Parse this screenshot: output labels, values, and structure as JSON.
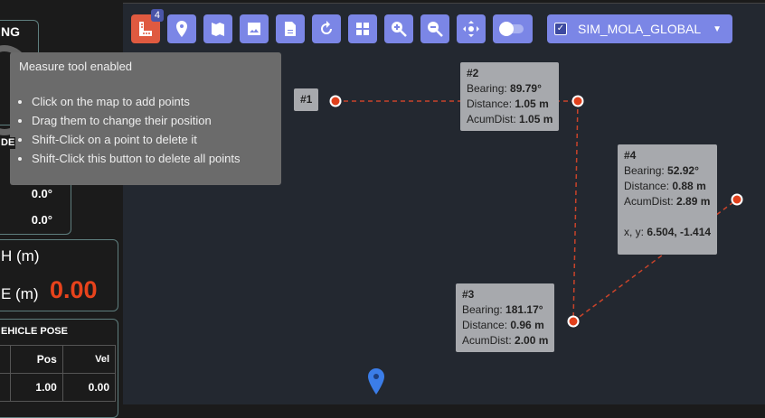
{
  "left_panel": {
    "heading_partial": "NG",
    "orientation_label_partial": "DE",
    "values": [
      "0.0°",
      "0.0°"
    ],
    "depth_label_partial": "H (m)",
    "distance_label_partial": "E (m)",
    "distance_value": "0.00",
    "pose_title_partial": "EHICLE POSE",
    "pose_headers": [
      "Pos",
      "Vel"
    ],
    "pose_rows": [
      [
        "1.00",
        "0.00"
      ]
    ]
  },
  "toolbar": {
    "measure_badge": "4",
    "buttons": [
      "measure-icon",
      "marker-icon",
      "map-icon",
      "image-icon",
      "document-icon",
      "refresh-icon",
      "grid-icon",
      "zoom-in-icon",
      "zoom-out-icon",
      "pan-icon",
      "toggle"
    ],
    "layer_select": {
      "checked": true,
      "label": "SIM_MOLA_GLOBAL"
    }
  },
  "tooltip": {
    "title": "Measure tool enabled",
    "items": [
      "Click on the map to add points",
      "Drag them to change their position",
      "Shift-Click on a point to delete it",
      "Shift-Click this button to delete all points"
    ]
  },
  "points": [
    {
      "id": "#1"
    },
    {
      "id": "#2",
      "bearing_label": "Bearing:",
      "bearing": "89.79°",
      "distance_label": "Distance:",
      "distance": "1.05 m",
      "acum_label": "AcumDist:",
      "acum": "1.05 m"
    },
    {
      "id": "#3",
      "bearing_label": "Bearing:",
      "bearing": "181.17°",
      "distance_label": "Distance:",
      "distance": "0.96 m",
      "acum_label": "AcumDist:",
      "acum": "2.00 m"
    },
    {
      "id": "#4",
      "bearing_label": "Bearing:",
      "bearing": "52.92°",
      "distance_label": "Distance:",
      "distance": "0.88 m",
      "acum_label": "AcumDist:",
      "acum": "2.89 m",
      "xy_label": "x, y:",
      "xy": "6.504, -1.414"
    }
  ],
  "colors": {
    "accent": "#7b86e6",
    "measure": "#e0593f",
    "point": "#e0401c",
    "value_red": "#e8431c"
  }
}
